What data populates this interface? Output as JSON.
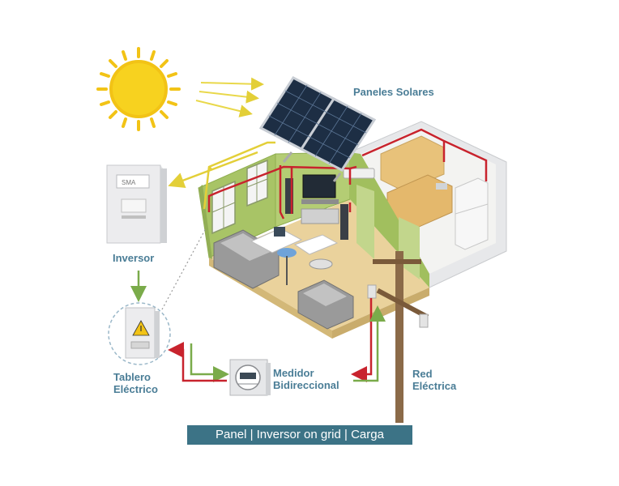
{
  "labels": {
    "paneles_solares": "Paneles Solares",
    "inversor": "Inversor",
    "tablero_l1": "Tablero",
    "tablero_l2": "Eléctrico",
    "medidor_l1": "Medidor",
    "medidor_l2": "Bidireccional",
    "red_l1": "Red",
    "red_l2": "Eléctrica"
  },
  "banner": "Panel | Inversor on grid | Carga",
  "device_text": {
    "inverter_brand": "SMA"
  },
  "colors": {
    "label": "#4a7d96",
    "banner": "#3c7386",
    "sun": "#f2c316",
    "sun_core": "#f7d21f",
    "dc_line": "#e3cf38",
    "ac_line": "#7aab4a",
    "grid_line": "#c8232d",
    "wall_green": "#a8c466",
    "floor": "#ead29c",
    "wall_outer": "#e7e8ea",
    "pole": "#8b6a48"
  }
}
